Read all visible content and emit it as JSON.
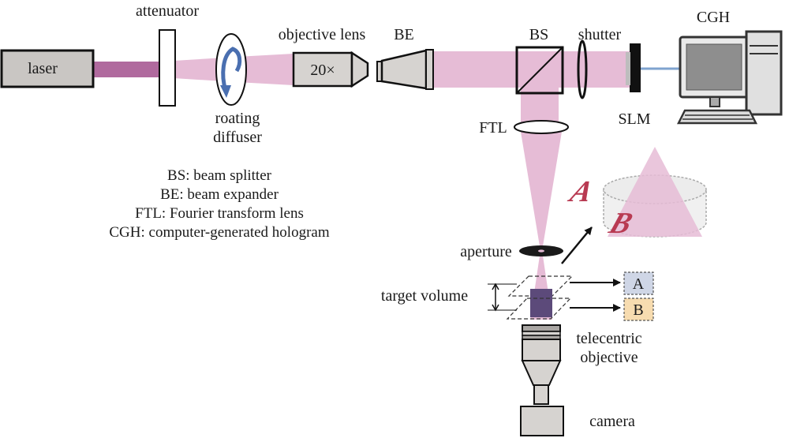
{
  "components": {
    "laser": "laser",
    "attenuator": "attenuator",
    "diffuser_line1": "roating",
    "diffuser_line2": "diffuser",
    "objective_lens": "objective lens",
    "objective_mag": "20×",
    "be": "BE",
    "bs": "BS",
    "shutter": "shutter",
    "slm": "SLM",
    "cgh": "CGH",
    "ftl": "FTL",
    "aperture": "aperture",
    "target_volume": "target volume",
    "telecentric_line1": "telecentric",
    "telecentric_line2": "objective",
    "camera": "camera"
  },
  "planes": {
    "a": "A",
    "b": "B"
  },
  "inset_letters": {
    "a": "A",
    "b": "B"
  },
  "legend": [
    "BS: beam splitter",
    "BE: beam expander",
    "FTL: Fourier transform lens",
    "CGH: computer-generated hologram"
  ],
  "colors": {
    "beam": "#e6bcd6",
    "laser_beam": "#b06a9e",
    "body_gray": "#d6d3d0",
    "plane_a": "#cfd6e6",
    "plane_b": "#f7dcb0",
    "volume": "#5c4a7a",
    "inset_letter": "#b83a52"
  }
}
